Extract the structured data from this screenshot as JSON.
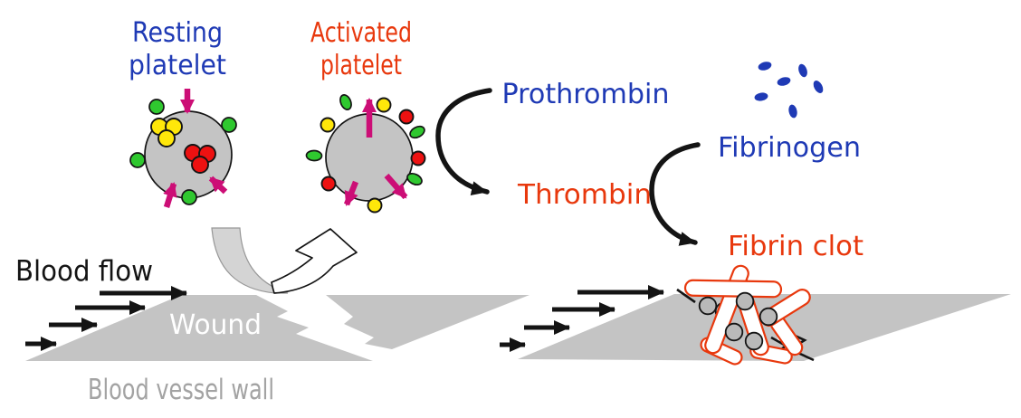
{
  "palette": {
    "blue": "#1f3ab5",
    "accent": "#e8380d",
    "magenta": "#cc0e76",
    "green": "#2fc82f",
    "yellow": "#ffe70a",
    "red": "#ed1111",
    "ink": "#141414",
    "gray-shape": "#c4c4c4",
    "gray-text": "#a3a3a3",
    "swoosh": "#d4d4d4",
    "cell-gray": "#b9b9b9"
  },
  "stages": {
    "resting_platelet": {
      "line1": "Resting",
      "line2": "platelet"
    },
    "activated_platelet": {
      "line1": "Activated",
      "line2": "platelet"
    },
    "prothrombin": "Prothrombin",
    "thrombin": "Thrombin",
    "fibrinogen": "Fibrinogen",
    "fibrin_clot": "Fibrin clot"
  },
  "environment": {
    "blood_flow": "Blood flow",
    "wound": "Wound",
    "blood_vessel_wall": "Blood vessel wall"
  }
}
